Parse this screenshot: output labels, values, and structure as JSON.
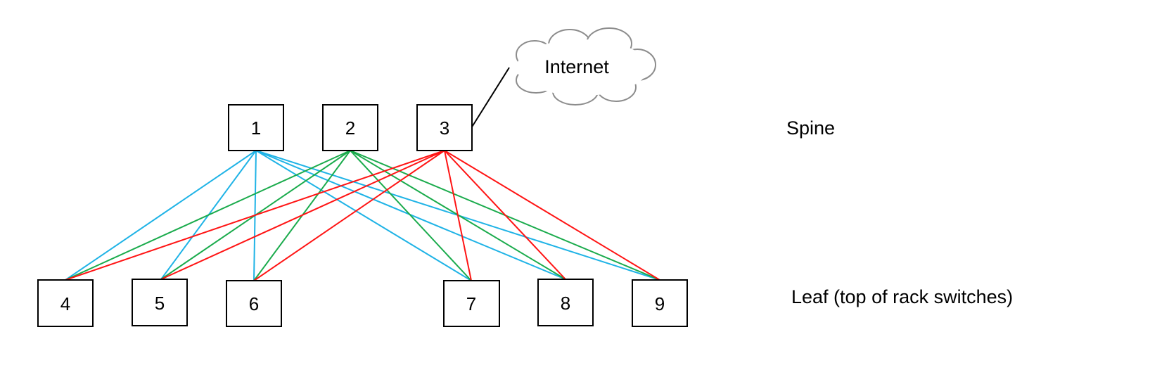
{
  "spine": {
    "label": "Spine",
    "nodes": [
      {
        "id": "1",
        "label": "1"
      },
      {
        "id": "2",
        "label": "2"
      },
      {
        "id": "3",
        "label": "3"
      }
    ]
  },
  "leaf": {
    "label": "Leaf (top of rack switches)",
    "nodes": [
      {
        "id": "4",
        "label": "4"
      },
      {
        "id": "5",
        "label": "5"
      },
      {
        "id": "6",
        "label": "6"
      },
      {
        "id": "7",
        "label": "7"
      },
      {
        "id": "8",
        "label": "8"
      },
      {
        "id": "9",
        "label": "9"
      }
    ]
  },
  "internet": {
    "label": "Internet",
    "connected_to": "3"
  },
  "link_colors": {
    "1": "#1fb3e6",
    "2": "#1aab4c",
    "3": "#ff1414",
    "internet": "#000000"
  },
  "links": [
    {
      "from": "1",
      "to": "4"
    },
    {
      "from": "1",
      "to": "5"
    },
    {
      "from": "1",
      "to": "6"
    },
    {
      "from": "1",
      "to": "7"
    },
    {
      "from": "1",
      "to": "8"
    },
    {
      "from": "1",
      "to": "9"
    },
    {
      "from": "2",
      "to": "4"
    },
    {
      "from": "2",
      "to": "5"
    },
    {
      "from": "2",
      "to": "6"
    },
    {
      "from": "2",
      "to": "7"
    },
    {
      "from": "2",
      "to": "8"
    },
    {
      "from": "2",
      "to": "9"
    },
    {
      "from": "3",
      "to": "4"
    },
    {
      "from": "3",
      "to": "5"
    },
    {
      "from": "3",
      "to": "6"
    },
    {
      "from": "3",
      "to": "7"
    },
    {
      "from": "3",
      "to": "8"
    },
    {
      "from": "3",
      "to": "9"
    }
  ]
}
